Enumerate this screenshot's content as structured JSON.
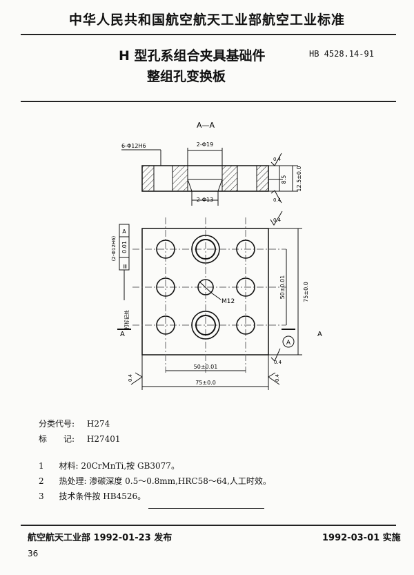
{
  "header": {
    "organization": "中华人民共和国航空航天工业部航空工业标准",
    "title_line1": "H 型孔系组合夹具基础件",
    "title_line2": "整组孔变换板",
    "standard_no": "HB 4528.14-91"
  },
  "drawing": {
    "section_label": "A—A",
    "dim_6hole": "6-Φ12H6",
    "dim_2hole_top": "2-Φ19",
    "dim_2hole_bottom": "2-Φ13",
    "roughness": "0.4",
    "dim_8_5": "8.5",
    "dim_12_5": "12.5±0.0",
    "tol_frame": [
      "(2-Φ12H6)",
      "0.01",
      "A"
    ],
    "mark_label": "打标记处",
    "dim_m12": "M12",
    "dim_50_h": "50±0.01",
    "dim_75_h": "75±0.0",
    "dim_50_v": "50±0.01",
    "dim_75_v": "75±0.0",
    "section_mark": "A",
    "datum": "A"
  },
  "meta": {
    "class_label": "分类代号:",
    "class_value": "H274",
    "mark_label": "标　　记:",
    "mark_value": "H27401"
  },
  "notes": [
    {
      "num": "1",
      "text": "材料:  20CrMnTi,按 GB3077。"
    },
    {
      "num": "2",
      "text": "热处理:  渗碳深度 0.5～0.8mm,HRC58～64,人工时效。"
    },
    {
      "num": "3",
      "text": "技术条件按 HB4526。"
    }
  ],
  "footer": {
    "issuer": "航空航天工业部 1992-01-23 发布",
    "effective": "1992-03-01 实施",
    "page": "36"
  }
}
